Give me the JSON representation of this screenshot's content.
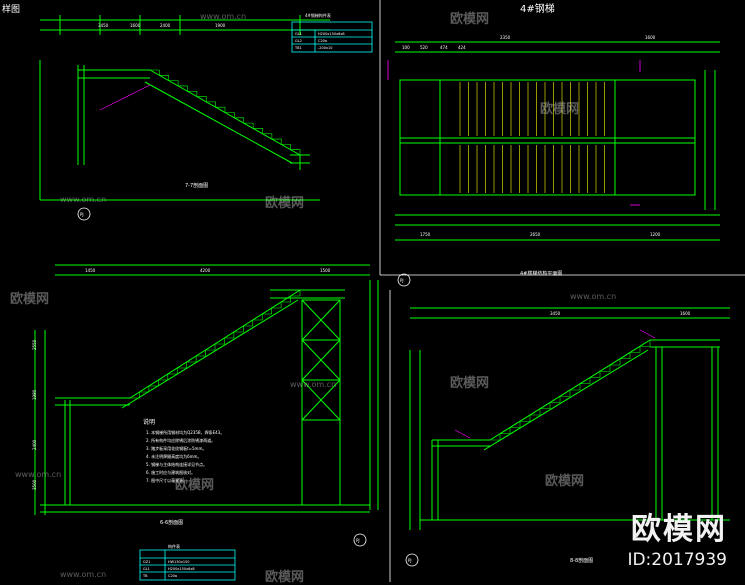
{
  "corner_label": "样图",
  "watermark": {
    "url": "www.om.cn",
    "brand": "欧模网",
    "big_brand": "欧模网",
    "id": "ID:2017939"
  },
  "drawing": {
    "colors": {
      "line": "#00ff00",
      "text": "#ffffff",
      "accent": "#ff00ff",
      "table": "#00ffff",
      "dim": "#00ff00"
    },
    "title_top_right": "4#钢梯",
    "plan_title": "4#楼梯结构平面图",
    "section1_title": "7-7剖面图",
    "section2_title": "6-6剖面图",
    "section3_title": "8-8剖面图",
    "dim_top_left": [
      "3450",
      "1600",
      "2400",
      "1900"
    ],
    "dim_plan_top": [
      "2350",
      "1600"
    ],
    "dim_plan_sub": [
      "100",
      "520",
      "474",
      "424"
    ],
    "dim_plan_bottom": [
      "1750",
      "2650",
      "1200"
    ],
    "dim_bottom_left": [
      "1450",
      "4200",
      "1500"
    ],
    "dim_bottom_right": [
      "3450",
      "1600"
    ],
    "heights_left": [
      "2550",
      "1980",
      "2400",
      "3500"
    ],
    "marker": "PJ",
    "notes_title": "说明",
    "notes": [
      "1. 本钢梯所用钢材均为Q235B，焊条E43。",
      "2. 所有构件均应除锈后涂防锈漆两道。",
      "3. 踏步板采用花纹钢板t=5mm。",
      "4. 未注明焊缝高度均为6mm。",
      "5. 钢梯与主体结构连接详见节点。",
      "6. 施工时应与建筑图核对。",
      "7. 图中尺寸以毫米计。"
    ],
    "table_top": {
      "title": "4#钢梯构件表",
      "rows": [
        [
          "GL1",
          "H200x150x6x8"
        ],
        [
          "GL2",
          "C20a"
        ],
        [
          "TB1",
          "-200x10"
        ]
      ]
    },
    "table_bottom": {
      "title": "构件表",
      "rows": [
        [
          "GZ1",
          "HW150x150"
        ],
        [
          "GL1",
          "H200x150x6x8"
        ],
        [
          "TB",
          "C20a"
        ]
      ]
    }
  }
}
